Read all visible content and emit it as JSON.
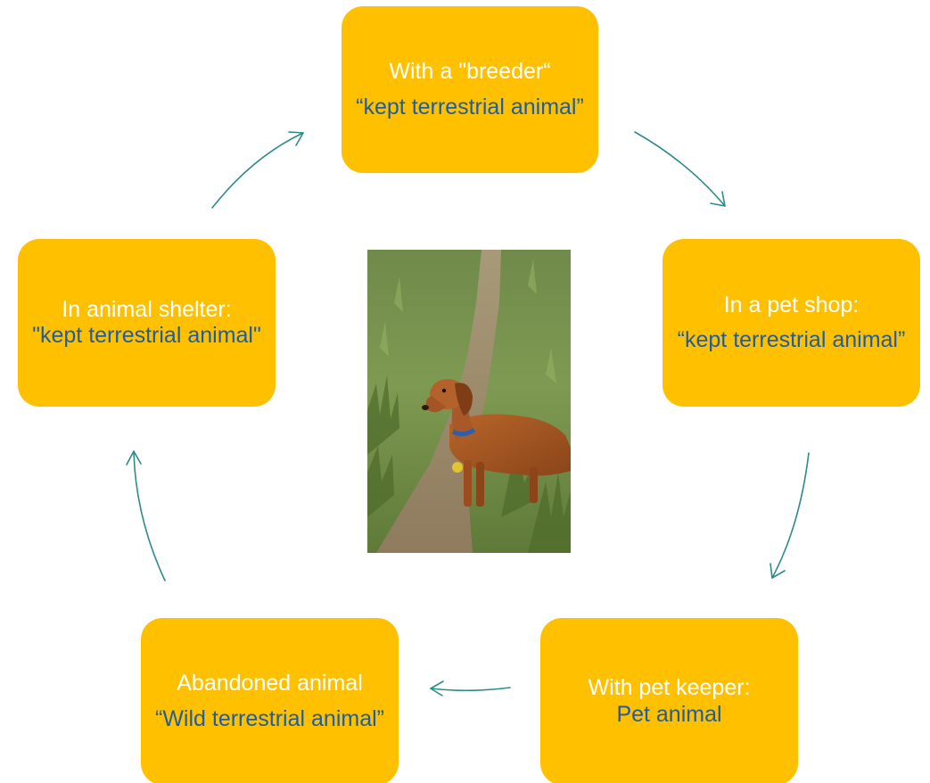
{
  "diagram": {
    "colors": {
      "node_fill": "#FFC000",
      "primary_text": "#FFFFFF",
      "status_text": "#1F5D9E",
      "arrow": "#2E8B8B"
    },
    "nodes": {
      "breeder": {
        "line1": "With a \"breeder“",
        "line2": "“kept terrestrial animal”"
      },
      "petshop": {
        "line1": "In a pet shop:",
        "line2": "“kept terrestrial animal”"
      },
      "keeper": {
        "line1": "With pet keeper:",
        "line2": "Pet animal"
      },
      "abandoned": {
        "line1": "Abandoned animal",
        "line2": "“Wild  terrestrial animal”"
      },
      "shelter": {
        "line1": "In animal shelter:",
        "line2": "\"kept terrestrial animal\""
      }
    },
    "center_image": "dachshund-on-grass-path-photo"
  }
}
